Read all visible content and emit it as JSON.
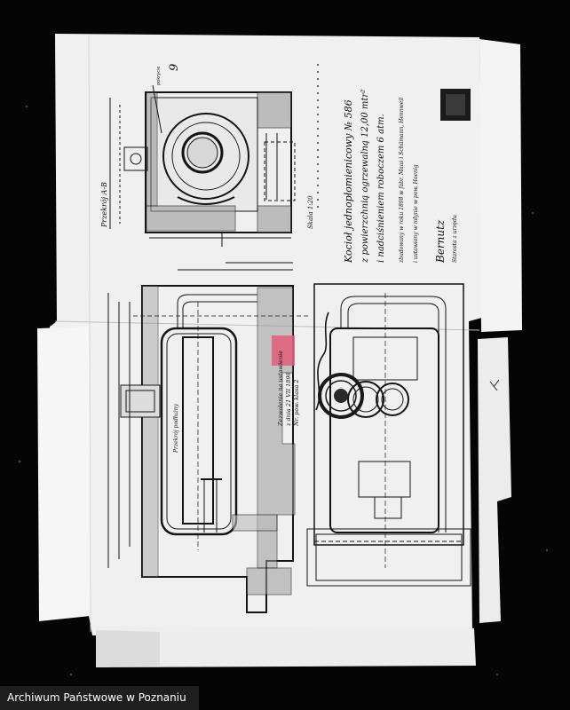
{
  "archive": {
    "caption": "Archiwum Państwowe w Poznaniu"
  },
  "drawing": {
    "title_lines": [
      "Kocioł jednopłomienicowy № 586",
      "z powierzchnią ogrzewalną 12,00 mtr²",
      "i nadciśnieniem roboczem 6 atm.",
      "zbudowany w roku 1898 w fabr. Maas i Schümann, Hennweil",
      "i ustawiony w młynie w pow. Hoenig"
    ],
    "signature": "Bernutz",
    "signature_sub": "Starosta z urzędu",
    "section_label": "Przekrój A-B",
    "view_label": "Przekrój podłużny",
    "scale": "Skala 1:20",
    "sheet_number": "9"
  },
  "stamp": {
    "lines": [
      "Zezwolenie na ustawienie",
      "z dnia 21 VII 1898",
      "Nr. pow. klasa 2"
    ]
  },
  "colors": {
    "background": "#050505",
    "paper": "#f2f2f2",
    "ink": "#141414",
    "stamp_red": "#e35d7a",
    "caption_bg": "#1e1e1e",
    "caption_text": "#ffffff"
  }
}
